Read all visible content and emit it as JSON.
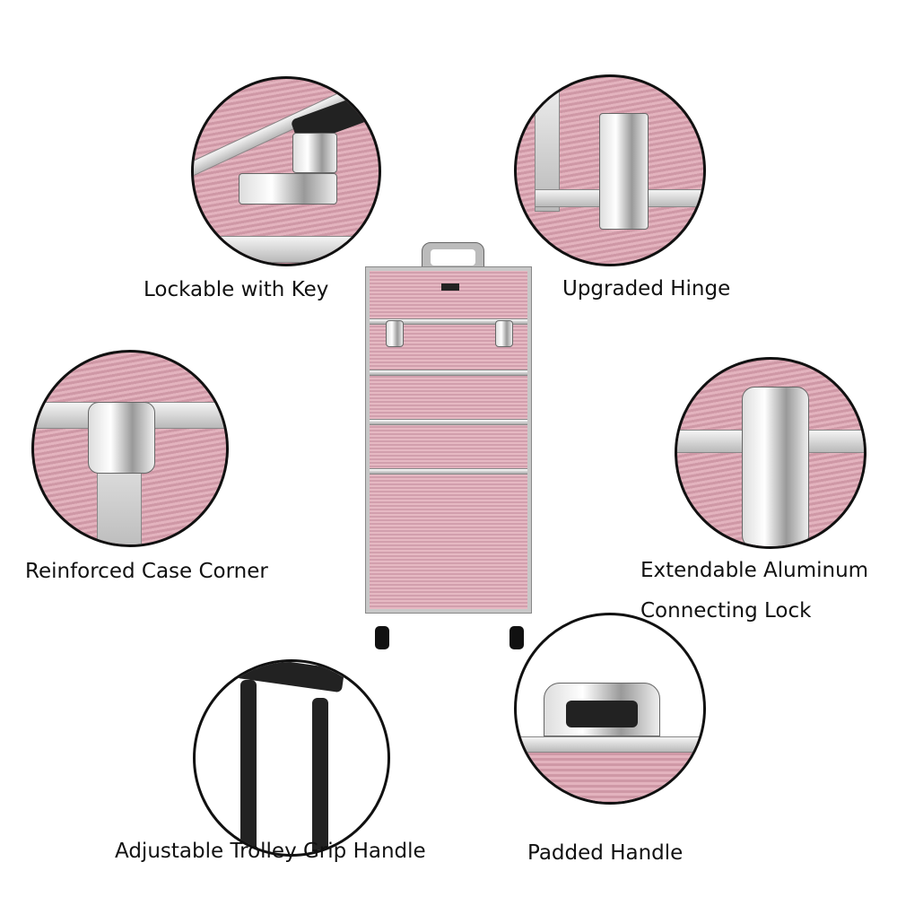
{
  "features": [
    {
      "id": "lock",
      "label": "Lockable with Key"
    },
    {
      "id": "hinge",
      "label": "Upgraded Hinge"
    },
    {
      "id": "corner",
      "label": "Reinforced Case Corner"
    },
    {
      "id": "connecting-lock",
      "label_line1": "Extendable Aluminum",
      "label_line2": "Connecting Lock"
    },
    {
      "id": "trolley",
      "label": "Adjustable Trolley Grip Handle"
    },
    {
      "id": "padded",
      "label": "Padded Handle"
    }
  ],
  "colors": {
    "case_pink": "#dba9b5",
    "frame_silver": "#c8c8c8",
    "outline": "#111111"
  }
}
